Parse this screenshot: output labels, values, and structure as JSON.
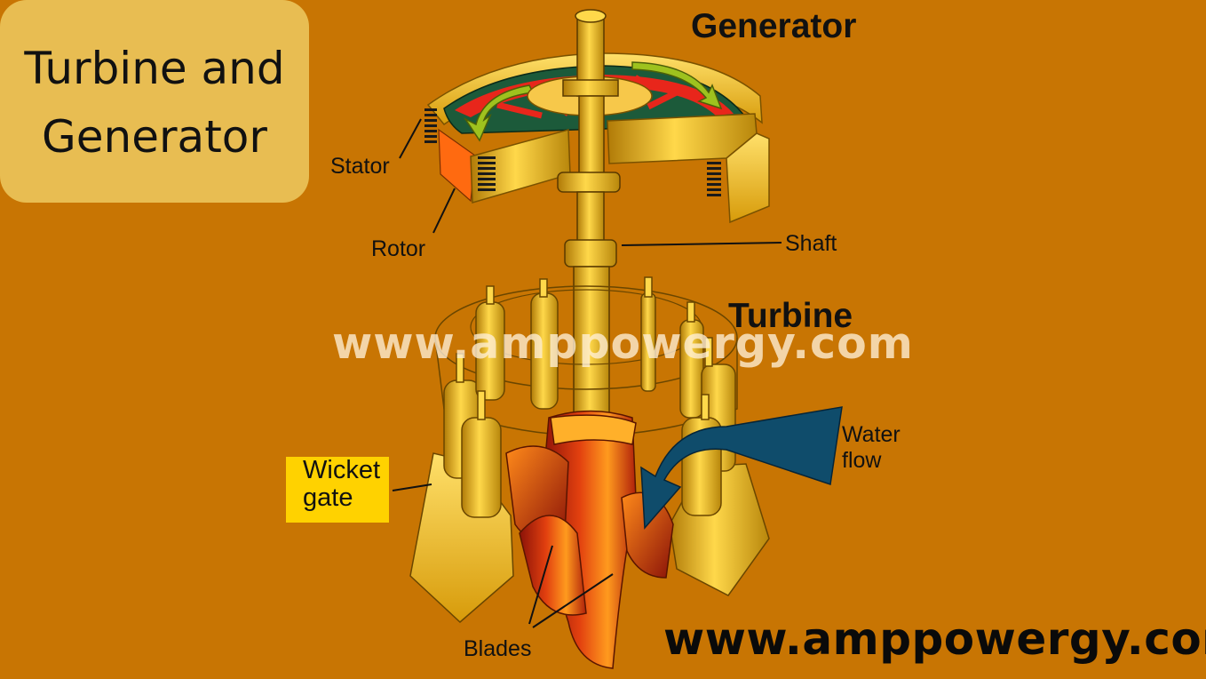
{
  "title": {
    "line1": "Turbine and",
    "line2": "Generator"
  },
  "headings": {
    "generator": "Generator",
    "turbine": "Turbine"
  },
  "labels": {
    "stator": "Stator",
    "rotor": "Rotor",
    "shaft": "Shaft",
    "water_flow": "Water\nflow",
    "wicket_gate": "Wicket\ngate",
    "blades": "Blades"
  },
  "watermark": "www.amppowergy.com",
  "footer_url": "www.amppowergy.com",
  "colors": {
    "background": "#c87503",
    "title_card": "#e8bd52",
    "wicket_label_bg": "#ffd200",
    "water_arrow": "#0f4c6b",
    "stator_green": "#1c5a3a",
    "rotor_red": "#e8261b",
    "metal_gold": "#f2be1a"
  }
}
